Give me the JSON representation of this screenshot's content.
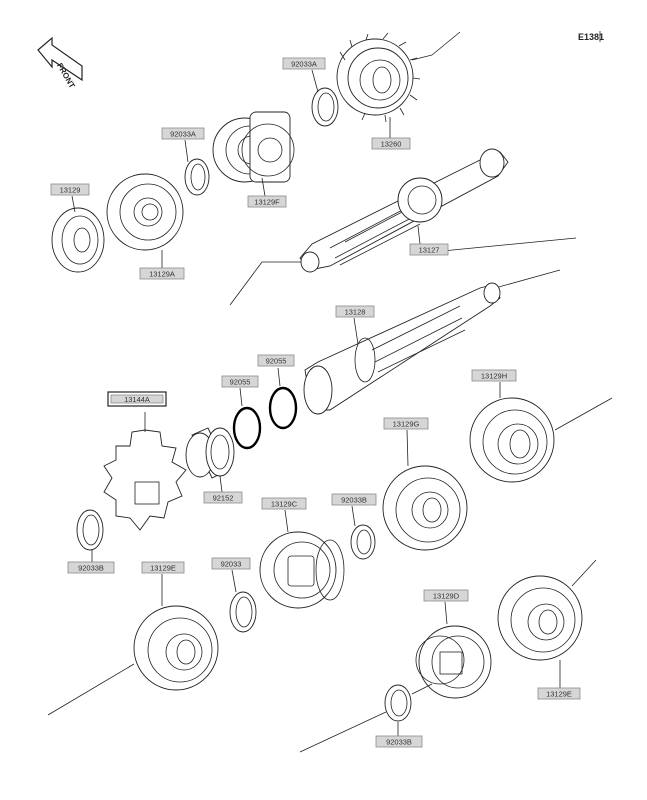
{
  "diagram": {
    "code": "E1381",
    "front_label": "FRONT"
  },
  "labels": {
    "l13260": "13260",
    "l92033a_top": "92033A",
    "l92033a_left": "92033A",
    "l13129f": "13129F",
    "l13129": "13129",
    "l13129a": "13129A",
    "l13127": "13127",
    "l13128": "13128",
    "l92055_a": "92055",
    "l92055_b": "92055",
    "l13144a": "13144A",
    "l92152": "92152",
    "l13129h": "13129H",
    "l13129g": "13129G",
    "l92033b_mid": "92033B",
    "l13129c": "13129C",
    "l92033b_left": "92033B",
    "l13129e_left": "13129E",
    "l92033": "92033",
    "l13129d": "13129D",
    "l13129e_right": "13129E",
    "l92033b_bottom": "92033B"
  }
}
